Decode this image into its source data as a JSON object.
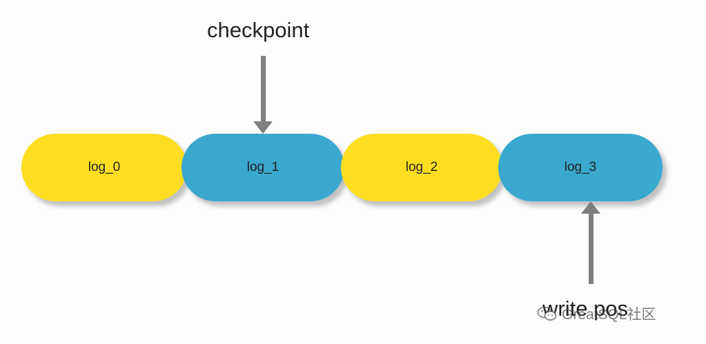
{
  "labels": {
    "checkpoint": "checkpoint",
    "write_pos": "write pos"
  },
  "logs": [
    {
      "label": "log_0",
      "color": "#ffde22"
    },
    {
      "label": "log_1",
      "color": "#3aa8cf"
    },
    {
      "label": "log_2",
      "color": "#ffde22"
    },
    {
      "label": "log_3",
      "color": "#3aa8cf"
    }
  ],
  "arrow_color": "#7f7f7f",
  "watermark": {
    "text": "GreatSQL社区",
    "icon": "wechat-icon"
  }
}
